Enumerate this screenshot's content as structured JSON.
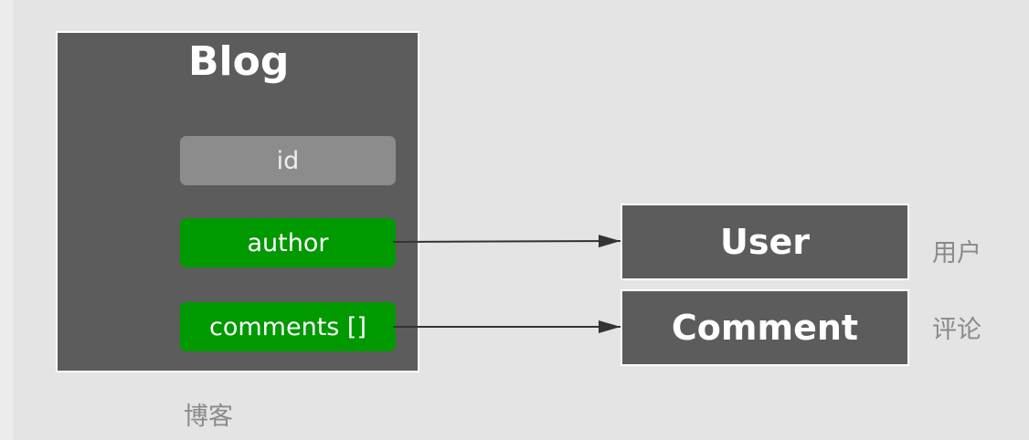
{
  "blog": {
    "title": "Blog",
    "fields": [
      "id",
      "author",
      "comments []"
    ],
    "caption": "博客"
  },
  "user": {
    "label": "User",
    "caption": "用户"
  },
  "comment": {
    "label": "Comment",
    "caption": "评论"
  },
  "colors": {
    "background": "#e4e4e4",
    "box": "#5c5c5c",
    "field_plain": "#8c8c8c",
    "field_reference": "#009900",
    "caption": "#8a8a8a",
    "arrow": "#333333"
  }
}
